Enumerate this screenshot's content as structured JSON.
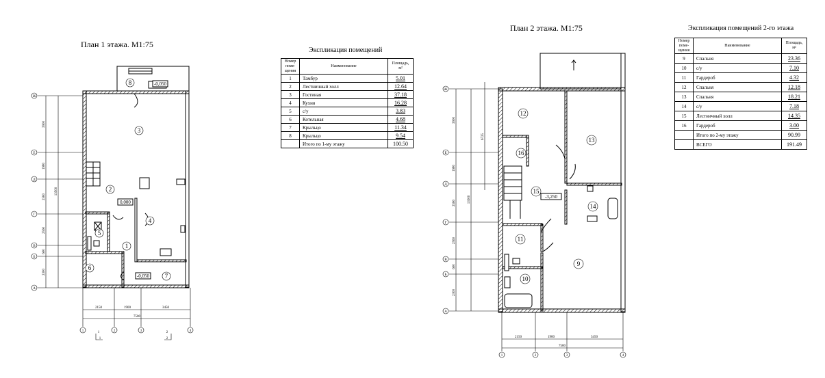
{
  "plan1": {
    "title": "План 1 этажа. М1:75",
    "axes_letters": [
      "Ж",
      "Е",
      "Д",
      "Г",
      "В",
      "Б",
      "А"
    ],
    "axes_numbers": [
      "1",
      "2",
      "3",
      "4"
    ],
    "levels": [
      "-0,050",
      "0,000",
      "-0,050"
    ],
    "rooms": [
      "1",
      "2",
      "3",
      "4",
      "5",
      "6",
      "7",
      "8"
    ],
    "dims_horizontal": [
      "2150",
      "1900",
      "3450",
      "7500"
    ],
    "dims_vertical": [
      "3900",
      "1980",
      "2560",
      "2560",
      "600",
      "2300",
      "13500"
    ],
    "section_marks": [
      "1",
      "1",
      "2",
      "2"
    ]
  },
  "plan2": {
    "title": "План 2 этажа. М1:75",
    "axes_letters": [
      "Ж",
      "Е",
      "Д",
      "Г",
      "В",
      "Б",
      "А"
    ],
    "axes_numbers": [
      "1",
      "2",
      "3",
      "4"
    ],
    "level": "-3,250",
    "rooms": [
      "9",
      "10",
      "11",
      "12",
      "13",
      "14",
      "15",
      "16"
    ],
    "dims_horizontal": [
      "2150",
      "1900",
      "3450",
      "7500"
    ],
    "dims_vertical": [
      "3900",
      "1980",
      "2560",
      "2560",
      "600",
      "2300",
      "13500",
      "6725"
    ]
  },
  "table1": {
    "title": "Экспликация помещений",
    "headers": [
      "Номер поме-щения",
      "Наименование",
      "Площадь, м²"
    ],
    "rows": [
      {
        "n": "1",
        "name": "Тамбур",
        "area": "5.01"
      },
      {
        "n": "2",
        "name": "Лестничный холл",
        "area": "12.64"
      },
      {
        "n": "3",
        "name": "Гостиная",
        "area": "37.18"
      },
      {
        "n": "4",
        "name": "Кухня",
        "area": "16.28"
      },
      {
        "n": "5",
        "name": "с/у",
        "area": "3.83"
      },
      {
        "n": "6",
        "name": "Котельная",
        "area": "4.68"
      },
      {
        "n": "7",
        "name": "Крыльцо",
        "area": "11.34"
      },
      {
        "n": "8",
        "name": "Крыльцо",
        "area": "9.54"
      }
    ],
    "total_label": "Итого по 1-му этажу",
    "total": "100.50"
  },
  "table2": {
    "title": "Экспликация помещений 2-го этажа",
    "headers": [
      "Номер поме-щения",
      "Наименование",
      "Площадь, м²"
    ],
    "rows": [
      {
        "n": "9",
        "name": "Спальня",
        "area": "23.36"
      },
      {
        "n": "10",
        "name": "с/у",
        "area": "7.10"
      },
      {
        "n": "11",
        "name": "Гардероб",
        "area": "4.32"
      },
      {
        "n": "12",
        "name": "Спальня",
        "area": "12.18"
      },
      {
        "n": "13",
        "name": "Спальня",
        "area": "18.21"
      },
      {
        "n": "14",
        "name": "с/у",
        "area": "7.18"
      },
      {
        "n": "15",
        "name": "Лестничный холл",
        "area": "14.35"
      },
      {
        "n": "16",
        "name": "Гардероб",
        "area": "3.00"
      }
    ],
    "total_label": "Итого по 2-му этажу",
    "total": "90.99",
    "grand_label": "ВСЕГО",
    "grand_total": "191.49"
  }
}
